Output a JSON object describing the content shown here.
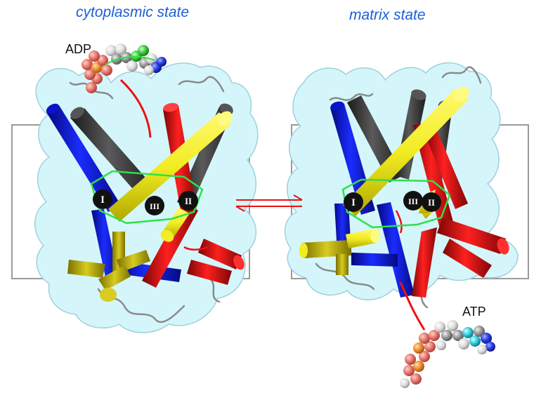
{
  "titles": {
    "left": "cytoplasmic state",
    "right": "matrix state"
  },
  "ligands": {
    "left": "ADP",
    "right": "ATP"
  },
  "markers": [
    "I",
    "II",
    "III"
  ],
  "colors": {
    "title": "#1a5fd6",
    "membrane": "#9a9a9a",
    "surface": "#d4f6fb",
    "surface_edge": "#9fd0dc",
    "h1_blue": "#0b14c8",
    "h2_dark": "#3a3a3a",
    "h3_red": "#e00a0a",
    "h4_yellow": "#f2ec22",
    "h5_olive": "#b8ab12",
    "pocket_outline": "#2ee04a",
    "equilibrium_arrows": "#ee1111",
    "pathway_curve": "#ee1111"
  },
  "icons": [
    "equilibrium-arrows-icon",
    "adp-molecule-icon",
    "atp-molecule-icon"
  ]
}
